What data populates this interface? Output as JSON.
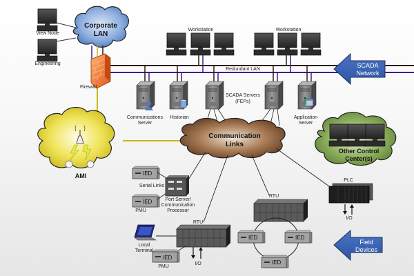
{
  "title": "SCADA System Architecture",
  "clouds": {
    "corporate_lan": "Corporate LAN",
    "communication_links": "Communication Links",
    "ami": "AMI",
    "other_control_centers": "Other Control Center(s)"
  },
  "corporate": {
    "view_node": "View Node",
    "engineering": "Engineering",
    "firewall": "Firewall"
  },
  "scada": {
    "workstation_left": "Workstation",
    "workstation_right": "Workstation",
    "redundant_lan": "Redundant LAN",
    "communications_server": [
      "Communications",
      "Server"
    ],
    "historian": "Historian",
    "scada_servers": [
      "SCADA Servers",
      "(FEPs)"
    ],
    "application_server": [
      "Application",
      "Server"
    ]
  },
  "field": {
    "serial_links": "Serial Links",
    "ied": "IED",
    "pmu": "PMU",
    "port_server": [
      "Port Server/",
      "Communication",
      "Processor"
    ],
    "rtu": "RTU",
    "local_terminal": [
      "Local",
      "Terminal"
    ],
    "io": "I/O",
    "plc": "PLC"
  },
  "callouts": {
    "scada_network": [
      "SCADA",
      "Network"
    ],
    "field_devices": [
      "Field",
      "Devices"
    ]
  },
  "colors": {
    "corporate_cloud": "#5b85c4",
    "comm_cloud": "#7a5234",
    "ami_cloud": "#e4d21c",
    "other_cloud": "#6f9440",
    "firewall": "#f07a2a",
    "lan_primary": "#2d1a10",
    "lan_redundant": "#3a1f8c",
    "ami_link": "#c9b818",
    "callout_arrow": "#3b63b3"
  }
}
